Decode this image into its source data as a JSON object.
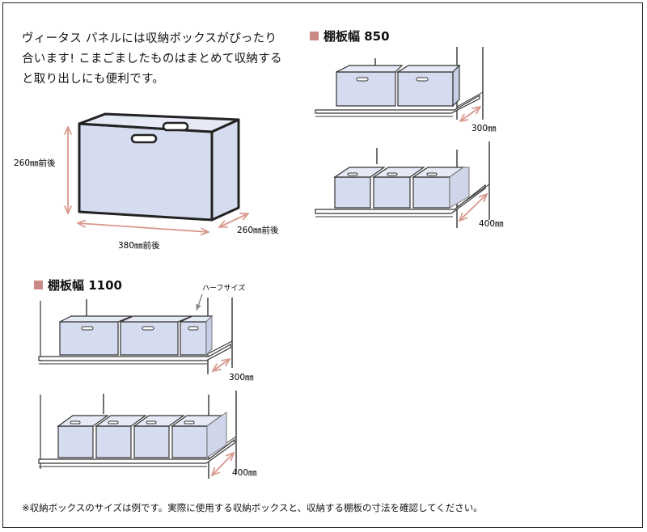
{
  "intro": {
    "lines": [
      "ヴィータス パネルには収納ボックスがぴったり",
      "合います! こまごましたものはまとめて収納する",
      "と取り出しにも便利です。"
    ]
  },
  "main_box": {
    "height_label": "260㎜前後",
    "width_label": "380㎜前後",
    "depth_label": "260㎜前後"
  },
  "sections": {
    "s850": {
      "title": "棚板幅 850",
      "depth_top": "300㎜",
      "depth_bottom": "400㎜"
    },
    "s1100": {
      "title": "棚板幅 1100",
      "depth_top": "300㎜",
      "depth_bottom": "400㎜",
      "half_label": "ハーフサイズ"
    }
  },
  "footnote": "※収納ボックスのサイズは例です。実際に使用する収納ボックスと、収納する棚板の寸法を確認してください。",
  "colors": {
    "box_fill": "#d5dcef",
    "arrow": "#d8988c",
    "square": "#c98a86",
    "line": "#333333"
  }
}
